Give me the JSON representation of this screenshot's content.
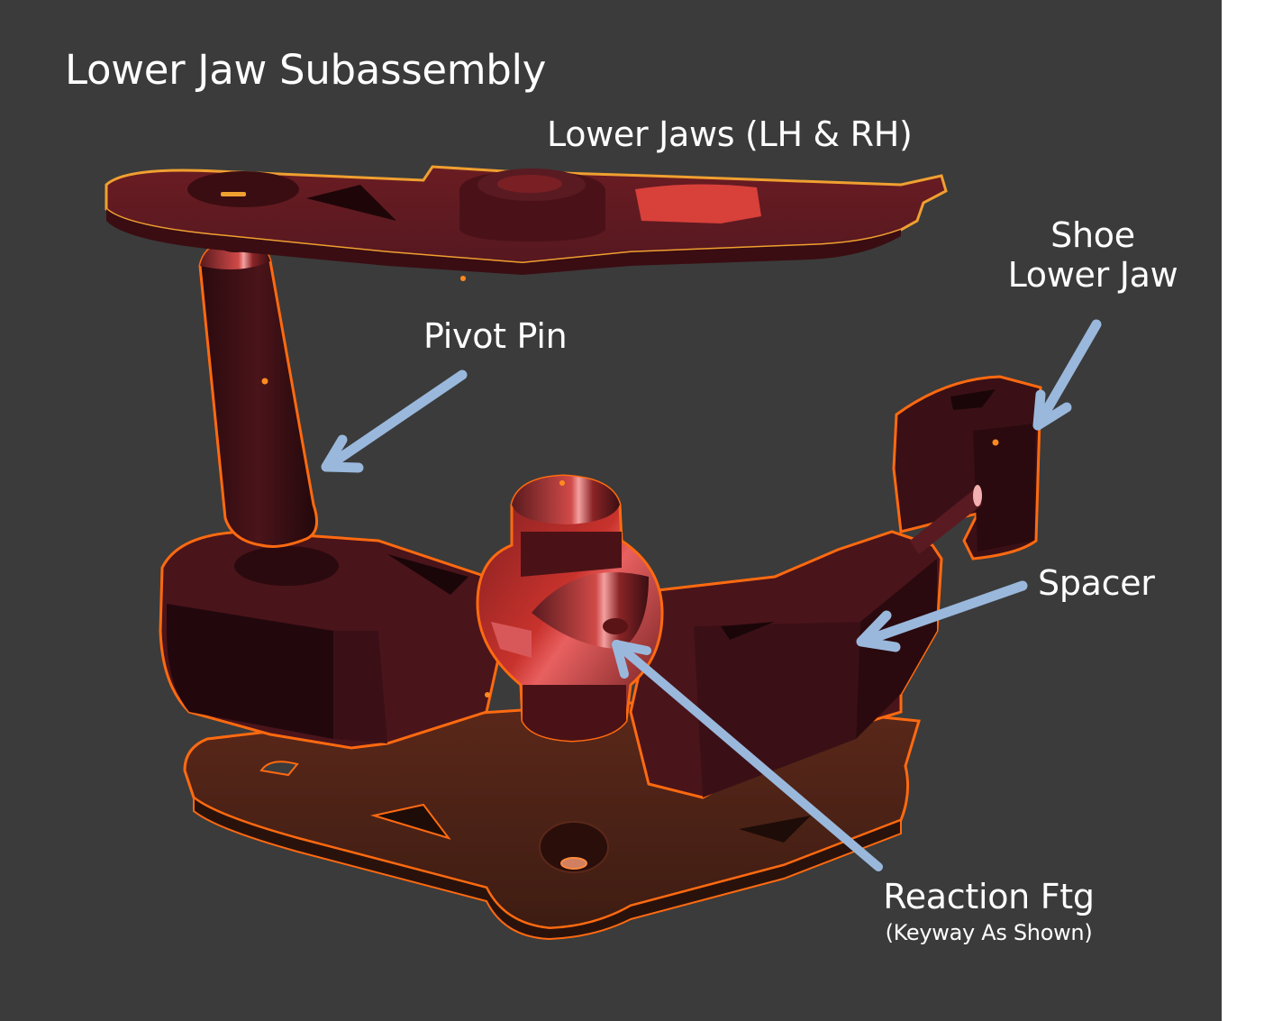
{
  "title": "Lower Jaw Subassembly",
  "colors": {
    "background": "#3b3b3b",
    "part_fill_dark": "#3a1016",
    "part_fill": "#5a1a22",
    "part_highlight": "#c8322c",
    "base_plate": "#4e2418",
    "outline": "#ff6a10",
    "outline_upper": "#f0a030",
    "arrow": "#9ab8dc",
    "text": "#ffffff"
  },
  "callouts": [
    {
      "id": "lower-jaws",
      "label": "Lower Jaws (LH & RH)",
      "sublabel": ""
    },
    {
      "id": "pivot-pin",
      "label": "Pivot Pin",
      "sublabel": ""
    },
    {
      "id": "shoe-lower-jaw",
      "label_line1": "Shoe",
      "label_line2": "Lower Jaw"
    },
    {
      "id": "spacer",
      "label": "Spacer",
      "sublabel": ""
    },
    {
      "id": "reaction-ftg",
      "label": "Reaction Ftg",
      "sublabel": "(Keyway As Shown)"
    }
  ],
  "parts": [
    {
      "name": "Lower Jaws (LH & RH)",
      "arrow": false
    },
    {
      "name": "Pivot Pin",
      "arrow": true
    },
    {
      "name": "Shoe Lower Jaw",
      "arrow": true
    },
    {
      "name": "Spacer",
      "arrow": true
    },
    {
      "name": "Reaction Ftg",
      "arrow": true
    }
  ]
}
